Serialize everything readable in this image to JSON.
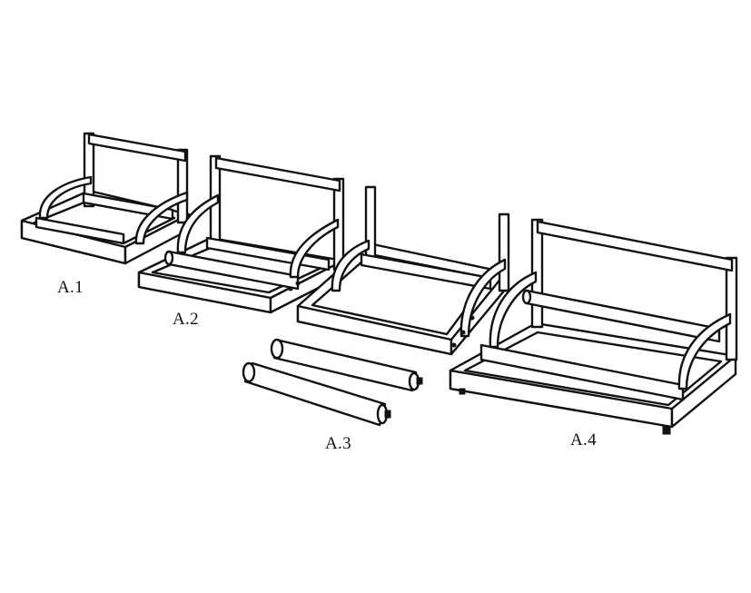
{
  "figure": {
    "labels": {
      "a1": "A.1",
      "a2": "A.2",
      "a3": "A.3",
      "a4": "A.4"
    }
  }
}
